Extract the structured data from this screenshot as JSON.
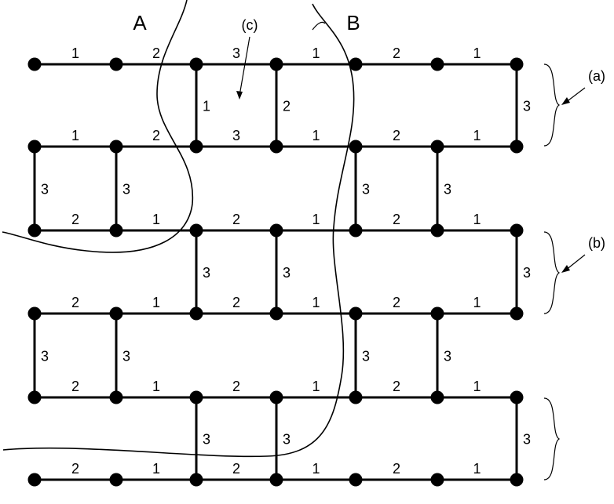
{
  "regions": {
    "a": "A",
    "b": "B"
  },
  "callouts": {
    "a": "(a)",
    "b": "(b)",
    "c": "(c)"
  },
  "rows": [
    {
      "h": [
        "1",
        "2",
        "3",
        "1",
        "2",
        "1"
      ]
    },
    {
      "h": [
        "1",
        "2",
        "3",
        "1",
        "2",
        "1"
      ]
    },
    {
      "h": [
        "2",
        "1",
        "2",
        "1",
        "2",
        "1"
      ]
    },
    {
      "h": [
        "2",
        "1",
        "2",
        "1",
        "2",
        "1"
      ]
    },
    {
      "h": [
        "2",
        "1",
        "2",
        "1",
        "2",
        "1"
      ]
    },
    {
      "h": [
        "2",
        "1",
        "2",
        "1",
        "2",
        "1"
      ]
    }
  ],
  "rungs": [
    [
      "1",
      "2",
      "3"
    ],
    [
      "3",
      "3",
      "3",
      "3"
    ],
    [
      "3",
      "3",
      "3"
    ],
    [
      "3",
      "3",
      "3",
      "3"
    ],
    [
      "3",
      "3",
      "3"
    ]
  ]
}
